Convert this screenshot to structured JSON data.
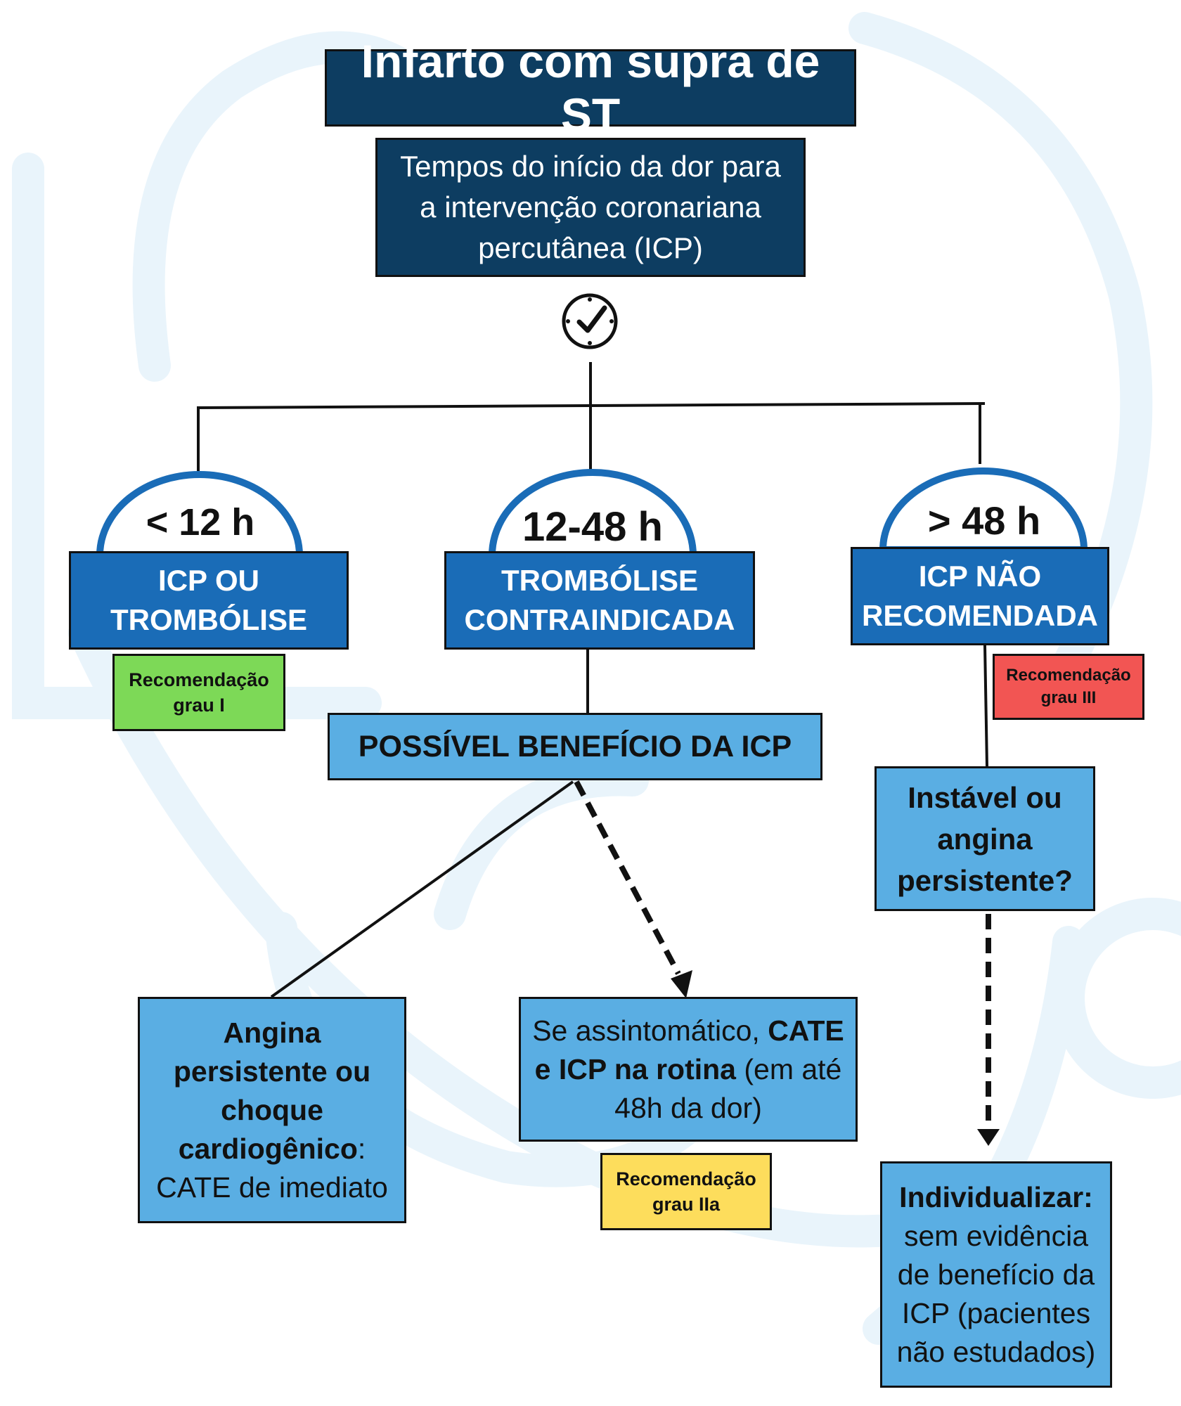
{
  "title": "Infarto com supra de ST",
  "subtitle": [
    "Tempos do início da dor para",
    "a intervenção coronariana",
    "percutânea (ICP)"
  ],
  "branches": [
    {
      "time": "< 12 h",
      "box": [
        "ICP OU",
        "TROMBÓLISE"
      ],
      "badge": [
        "Recomendação",
        "grau I"
      ]
    },
    {
      "time": "12-48 h",
      "box": [
        "TROMBÓLISE",
        "CONTRAINDICADA"
      ]
    },
    {
      "time": "> 48 h",
      "box": [
        "ICP NÃO",
        "RECOMENDADA"
      ],
      "badge": [
        "Recomendação",
        "grau III"
      ]
    }
  ],
  "possible_benefit": "POSSÍVEL BENEFÍCIO DA ICP",
  "angina_box": {
    "bold_lines": [
      "Angina",
      "persistente ou",
      "choque",
      "cardiogênico"
    ],
    "colon": ":",
    "normal_line": "CATE de imediato"
  },
  "asymptomatic_box": {
    "l1a": "Se assintomático, ",
    "l1b": "CATE",
    "l2a": "e ICP na rotina",
    "l2b": " (em até",
    "l3": "48h da dor)",
    "badge": [
      "Recomendação",
      "grau IIa"
    ]
  },
  "unstable_box": [
    "Instável ou",
    "angina",
    "persistente?"
  ],
  "individualize_box": {
    "bold": "Individualizar:",
    "lines": [
      "sem evidência",
      "de benefício da",
      "ICP (pacientes",
      "não estudados)"
    ]
  },
  "icons": {
    "timer": "clock-check-icon"
  },
  "colors": {
    "dark_navy": "#0d3d61",
    "mid_blue": "#1a6cb7",
    "light_blue": "#5aaee3",
    "green": "#7dd957",
    "red": "#f25553",
    "yellow": "#fddd5c"
  }
}
